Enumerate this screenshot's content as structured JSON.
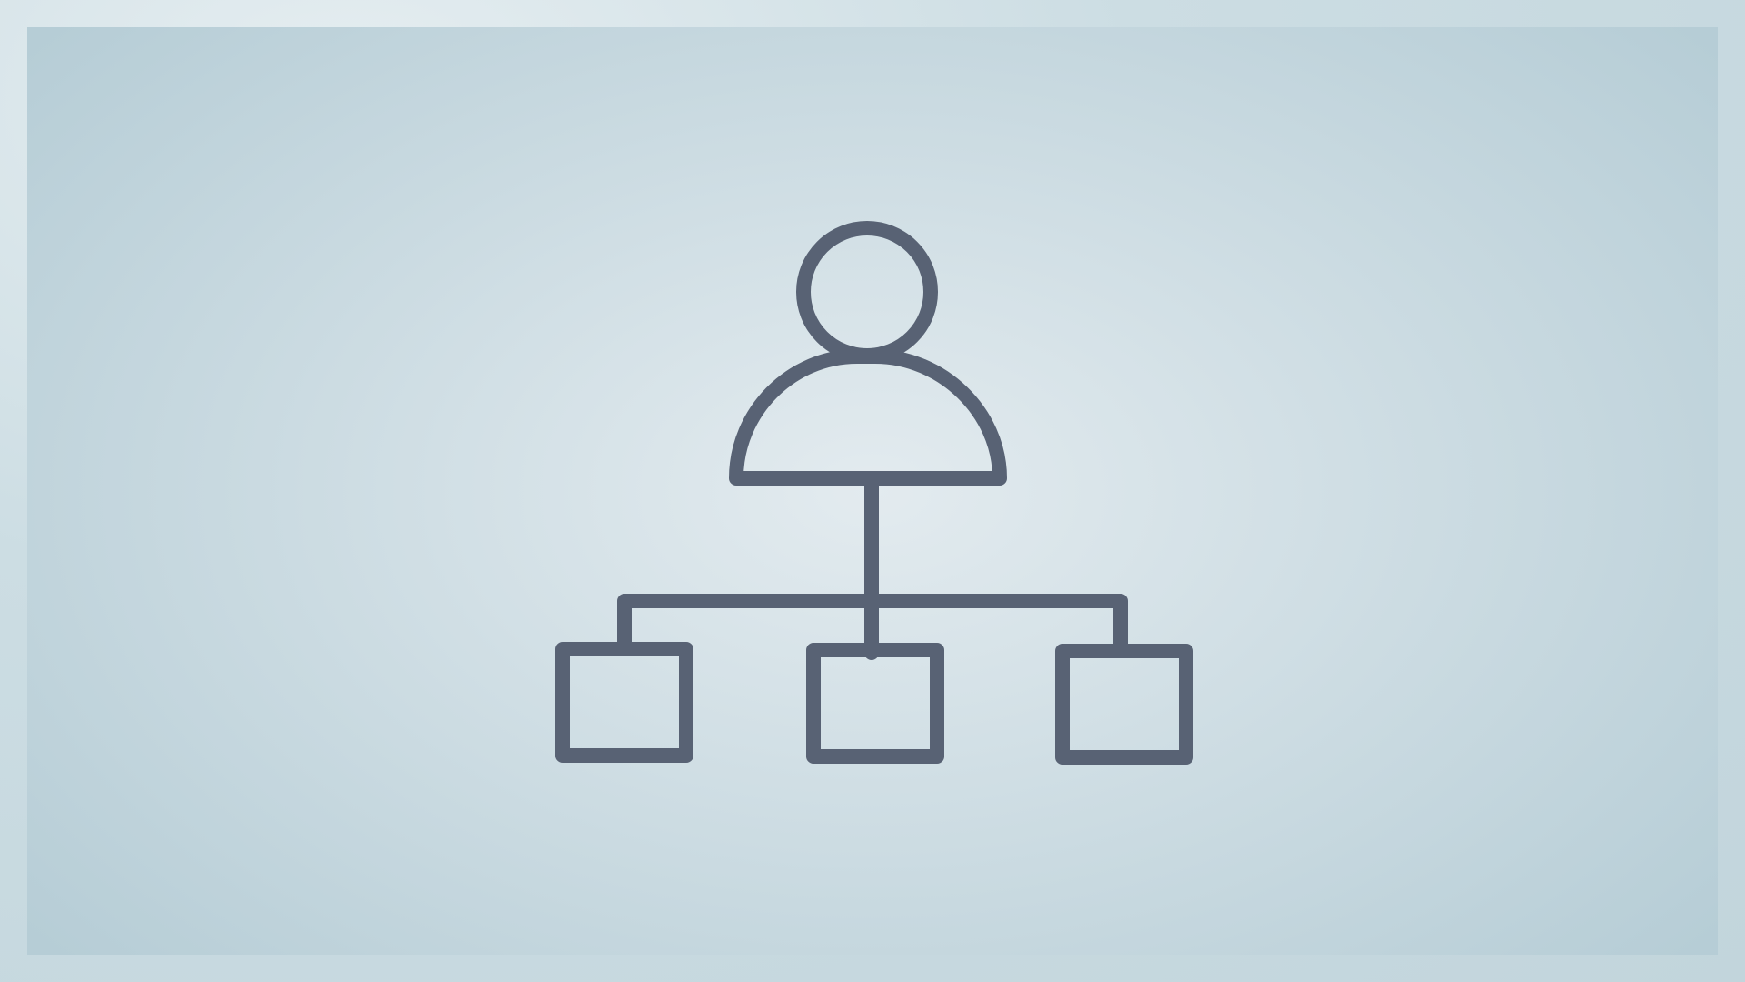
{
  "illustration": {
    "icon": "org-chart-icon",
    "stroke_color": "#586274",
    "background_center_color": "#e3ebef",
    "background_edge_color": "#b6cdd6",
    "frame_color": "#d2e0e5",
    "child_nodes": [
      "child-node",
      "child-node",
      "child-node"
    ]
  }
}
